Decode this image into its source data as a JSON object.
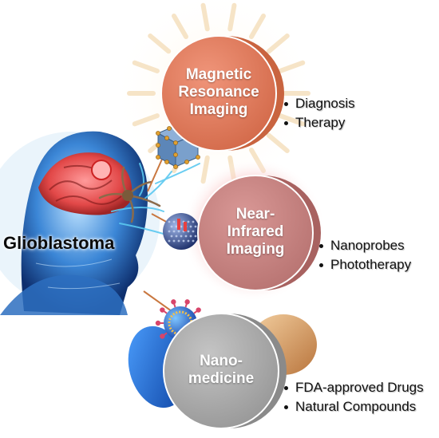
{
  "center_label": "Glioblastoma",
  "modalities": [
    {
      "title_lines": [
        "Magnetic",
        "Resonance",
        "Imaging"
      ],
      "bullets": [
        "Diagnosis",
        "Therapy"
      ],
      "color": "#E07A5C"
    },
    {
      "title_lines": [
        "Near-",
        "Infrared",
        "Imaging"
      ],
      "bullets": [
        "Nanoprobes",
        "Phototherapy"
      ],
      "color": "#C98584"
    },
    {
      "title_lines": [
        "Nano-",
        "medicine"
      ],
      "bullets": [
        "FDA-approved Drugs",
        "Natural Compounds"
      ],
      "color": "#A8A8A8"
    }
  ],
  "colors": {
    "sunburst": "#F8E7C8",
    "nir_glow": "#F5A0A0",
    "head_blue": "#2E6FC4",
    "tumor_red": "#E83B3B",
    "capsule_blue": "#1A5FCF",
    "capsule_tan": "#D9A06A",
    "neuron": "#8A6A4A",
    "axon_blue": "#5AC8F0"
  },
  "icons": [
    "cube-lattice-icon",
    "nanoparticle-sphere-icon",
    "liposome-icon",
    "neuron-icon",
    "capsule-icon"
  ]
}
